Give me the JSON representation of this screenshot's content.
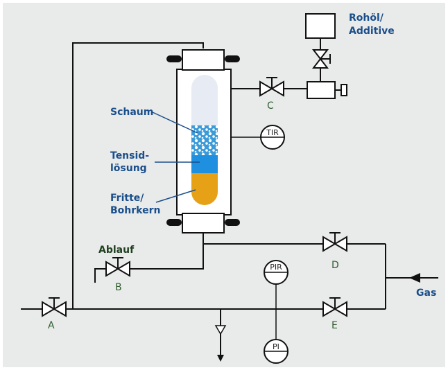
{
  "labels": {
    "schaum": "Schaum",
    "tensid_1": "Tensid-",
    "tensid_2": "lösung",
    "fritte_1": "Fritte/",
    "fritte_2": "Bohrkern",
    "rohoel_1": "Rohöl/",
    "rohoel_2": "Additive",
    "ablauf": "Ablauf",
    "gas": "Gas"
  },
  "valves": {
    "a": "A",
    "b": "B",
    "c": "C",
    "d": "D",
    "e": "E"
  },
  "instruments": {
    "tir": "TIR",
    "pir": "PIR",
    "pi": "PI"
  },
  "colors": {
    "background": "#e9eaea",
    "label_blue": "#1a4f8b",
    "valve_label_green": "#2f5f2f",
    "foam": "#3b9ad8",
    "surfactant_solution": "#1f8fe0",
    "frit": "#e6a117",
    "tube_glass": "#e7ebf3"
  }
}
